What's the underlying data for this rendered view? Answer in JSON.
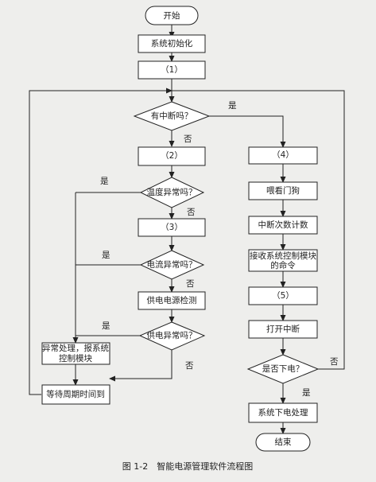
{
  "nodes": {
    "start": "开始",
    "init": "系统初始化",
    "step1": "（1）",
    "interrupt_q": "有中断吗？",
    "step2": "（2）",
    "temp_q": "温度异常吗？",
    "step3": "（3）",
    "current_q": "电流异常吗？",
    "power_check": "供电电源检测",
    "power_q": "供电异常吗？",
    "exception_1": "异常处理，报系统",
    "exception_2": "控制模块",
    "wait": "等待周期时间到",
    "step4": "（4）",
    "watchdog": "喂看门狗",
    "count": "中断次数计数",
    "receive_1": "接收系统控制模块",
    "receive_2": "的命令",
    "step5": "（5）",
    "open_int": "打开中断",
    "poweroff_q": "是否下电？",
    "poweroff_proc": "系统下电处理",
    "end": "结束"
  },
  "edge_labels": {
    "yes": "是",
    "no": "否"
  },
  "caption": "图 1-2　智能电源管理软件流程图"
}
